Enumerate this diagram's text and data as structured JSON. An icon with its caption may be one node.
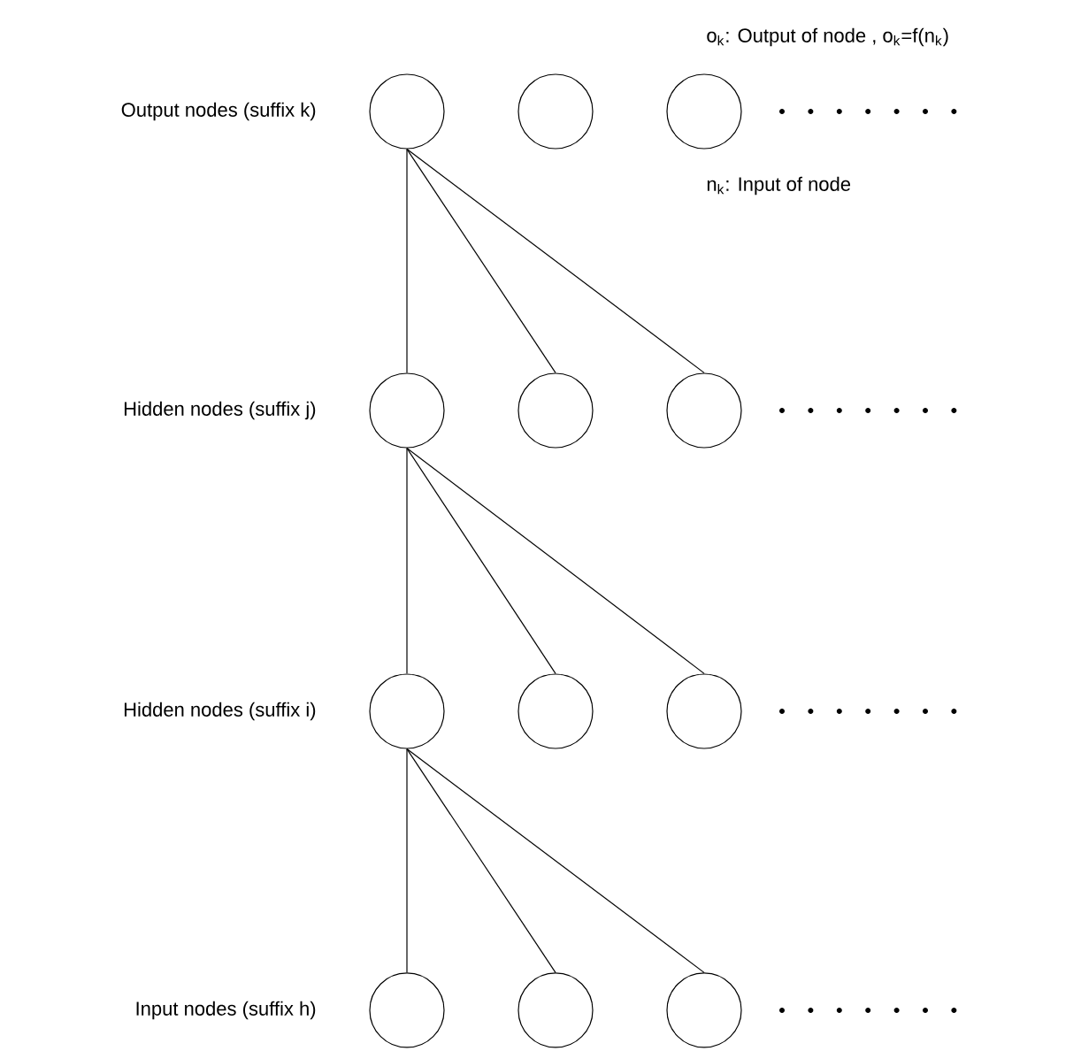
{
  "diagram": {
    "nodes": [
      {
        "text": [],
        "shape": "circle"
      },
      {
        "text": [],
        "shape": "circle"
      },
      {
        "text": [],
        "shape": "circle"
      },
      {
        "text": [],
        "shape": "circle"
      },
      {
        "text": [],
        "shape": "circle"
      },
      {
        "text": [],
        "shape": "circle"
      },
      {
        "text": [],
        "shape": "circle"
      },
      {
        "text": [],
        "shape": "circle"
      },
      {
        "text": [],
        "shape": "circle"
      },
      {
        "text": [],
        "shape": "circle"
      },
      {
        "text": [],
        "shape": "circle"
      },
      {
        "text": [],
        "shape": "circle"
      }
    ],
    "edges": [
      {
        "from": 0,
        "to": 3,
        "arrow": "none"
      },
      {
        "from": 0,
        "to": 4,
        "arrow": "none"
      },
      {
        "from": 0,
        "to": 5,
        "arrow": "none"
      },
      {
        "from": 3,
        "to": 6,
        "arrow": "none"
      },
      {
        "from": 3,
        "to": 7,
        "arrow": "none"
      },
      {
        "from": 3,
        "to": 8,
        "arrow": "none"
      },
      {
        "from": 6,
        "to": 9,
        "arrow": "none"
      },
      {
        "from": 6,
        "to": 10,
        "arrow": "none"
      },
      {
        "from": 6,
        "to": 11,
        "arrow": "none"
      }
    ],
    "labels": [
      "o$_{k}$: Output of node , o$_{k}$=f(n$_{k}$)",
      "Output nodes (suffix k)",
      "n$_{k}$: Input of node",
      "Hidden nodes (suffix j)",
      "Hidden nodes (suffix i)",
      "Input nodes (suffix h)"
    ]
  }
}
